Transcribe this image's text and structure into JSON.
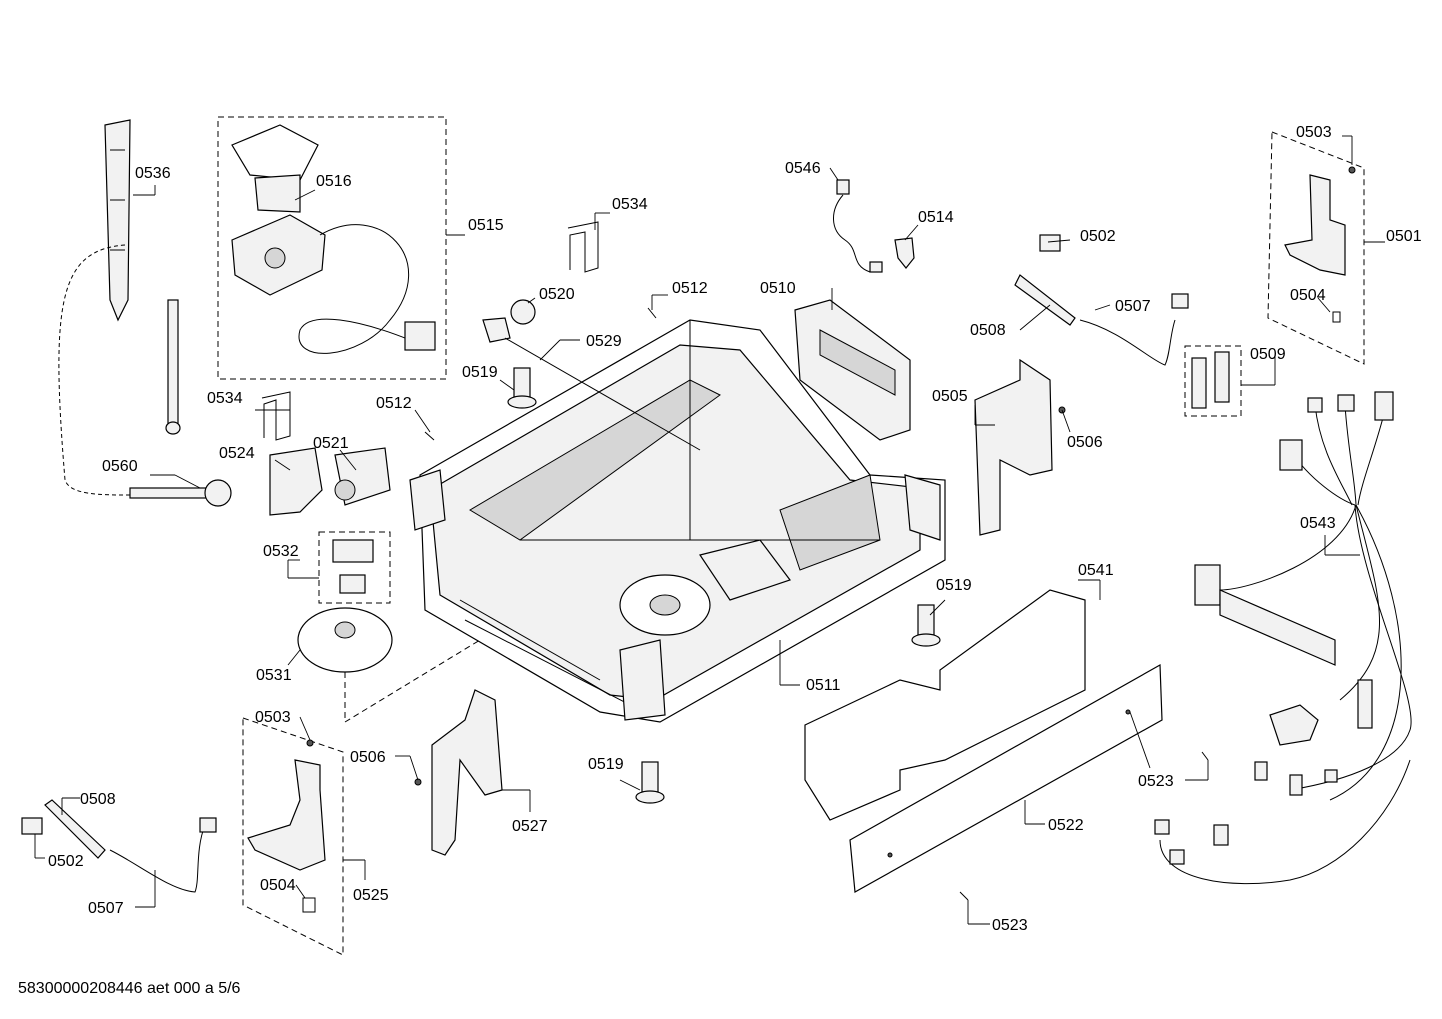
{
  "labels": {
    "p0501": "0501",
    "p0502a": "0502",
    "p0502b": "0502",
    "p0503a": "0503",
    "p0503b": "0503",
    "p0504a": "0504",
    "p0504b": "0504",
    "p0505": "0505",
    "p0506a": "0506",
    "p0506b": "0506",
    "p0507a": "0507",
    "p0507b": "0507",
    "p0508a": "0508",
    "p0508b": "0508",
    "p0509": "0509",
    "p0510": "0510",
    "p0511": "0511",
    "p0512a": "0512",
    "p0512b": "0512",
    "p0514": "0514",
    "p0515": "0515",
    "p0516": "0516",
    "p0519a": "0519",
    "p0519b": "0519",
    "p0519c": "0519",
    "p0520": "0520",
    "p0521": "0521",
    "p0522": "0522",
    "p0523a": "0523",
    "p0523b": "0523",
    "p0524": "0524",
    "p0525": "0525",
    "p0527": "0527",
    "p0529": "0529",
    "p0531": "0531",
    "p0532": "0532",
    "p0534a": "0534",
    "p0534b": "0534",
    "p0536": "0536",
    "p0541": "0541",
    "p0543": "0543",
    "p0546": "0546",
    "p0560": "0560"
  },
  "footer": "58300000208446 aet 000 a 5/6"
}
